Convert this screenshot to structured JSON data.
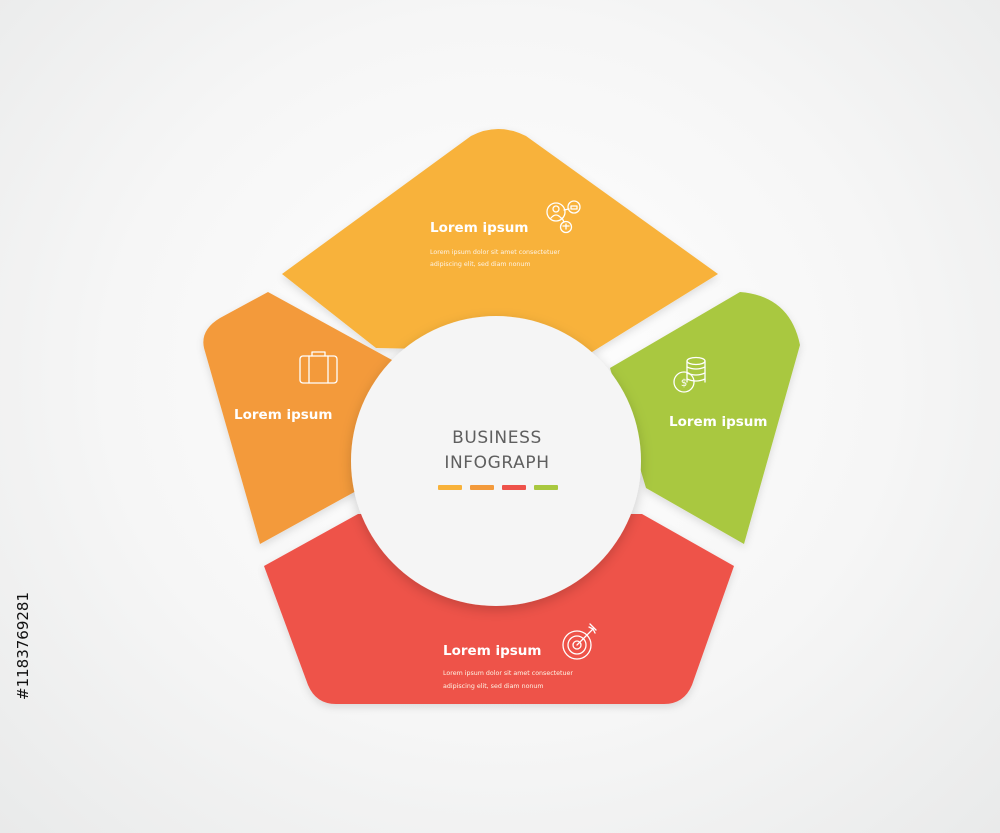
{
  "center": {
    "line1": "BUSINESS",
    "line2": "INFOGRAPH"
  },
  "colors": {
    "top": "#F8B23A",
    "left": "#F39A3B",
    "right": "#A9C83F",
    "bottom": "#EE524A",
    "circle": "#F5F5F5",
    "text": "#5f5f5f"
  },
  "segments": {
    "top": {
      "title": "Lorem ipsum",
      "body_line1": "Lorem ipsum dolor sit amet consectetuer",
      "body_line2": "adipiscing elit, sed diam nonum",
      "icon": "people-network-icon"
    },
    "left": {
      "title": "Lorem ipsum",
      "icon": "briefcase-icon"
    },
    "right": {
      "title": "Lorem ipsum",
      "icon": "coins-stack-icon"
    },
    "bottom": {
      "title": "Lorem ipsum",
      "body_line1": "Lorem ipsum dolor sit amet consectetuer",
      "body_line2": "adipiscing elit, sed diam nonum",
      "icon": "target-arrow-icon"
    }
  },
  "watermark": {
    "stock_id": "#1183769281"
  }
}
